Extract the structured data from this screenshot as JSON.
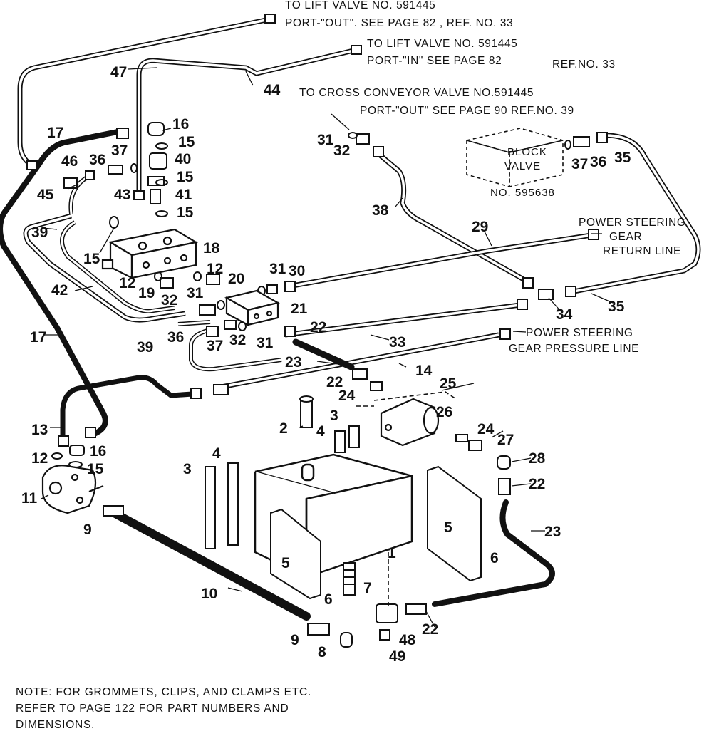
{
  "callouts": {
    "lift_out": {
      "line1": "TO LIFT VALVE NO. 591445",
      "line2": "PORT-\"OUT\". SEE PAGE 82 , REF. NO. 33"
    },
    "lift_in": {
      "line1": "TO LIFT VALVE NO. 591445",
      "line2": "PORT-\"IN\" SEE PAGE 82",
      "line3": "REF.NO. 33"
    },
    "cross_conveyor": {
      "line1": "TO CROSS CONVEYOR VALVE NO.591445",
      "line2": "PORT-\"OUT\" SEE PAGE 90 REF.NO. 39"
    },
    "block_valve": {
      "line1": "BLOCK",
      "line2": "VALVE",
      "line3": "NO. 595638"
    },
    "ps_return": {
      "line1": "POWER STEERING",
      "line2": "GEAR",
      "line3": "RETURN LINE"
    },
    "ps_pressure": {
      "line1": "POWER STEERING",
      "line2": "GEAR PRESSURE LINE"
    }
  },
  "part_numbers": {
    "p47": "47",
    "p44": "44",
    "p16a": "16",
    "p15a": "15",
    "p17a": "17",
    "p46": "46",
    "p36a": "36",
    "p37a": "37",
    "p40": "40",
    "p15b": "15",
    "p45": "45",
    "p43": "43",
    "p41": "41",
    "p15c": "15",
    "p31a": "31",
    "p32a": "32",
    "p37b": "37",
    "p36b": "36",
    "p35a": "35",
    "p38": "38",
    "p39a": "39",
    "p29": "29",
    "p18": "18",
    "p15d": "15",
    "p12a": "12",
    "p20": "20",
    "p31b": "31",
    "p30": "30",
    "p42": "42",
    "p12b": "12",
    "p19": "19",
    "p32b": "32",
    "p31c": "31",
    "p34": "34",
    "p35b": "35",
    "p21": "21",
    "p39b": "39",
    "p36c": "36",
    "p22a": "22",
    "p17b": "17",
    "p37c": "37",
    "p32c": "32",
    "p31d": "31",
    "p33": "33",
    "p23a": "23",
    "p14": "14",
    "p22b": "22",
    "p25": "25",
    "p24a": "24",
    "p26": "26",
    "p2": "2",
    "p4a": "4",
    "p3a": "3",
    "p13": "13",
    "p24b": "24",
    "p27": "27",
    "p12c": "12",
    "p16b": "16",
    "p15e": "15",
    "p4b": "4",
    "p28": "28",
    "p3b": "3",
    "p22c": "22",
    "p11": "11",
    "p9a": "9",
    "p5a": "5",
    "p23b": "23",
    "p1": "1",
    "p6a": "6",
    "p5b": "5",
    "p7": "7",
    "p6b": "6",
    "p10": "10",
    "p9b": "9",
    "p48": "48",
    "p22d": "22",
    "p8": "8",
    "p49": "49"
  },
  "note": {
    "line1": "NOTE: FOR GROMMETS, CLIPS, AND CLAMPS ETC.",
    "line2": "REFER TO PAGE 122 FOR PART NUMBERS AND",
    "line3": "DIMENSIONS."
  }
}
